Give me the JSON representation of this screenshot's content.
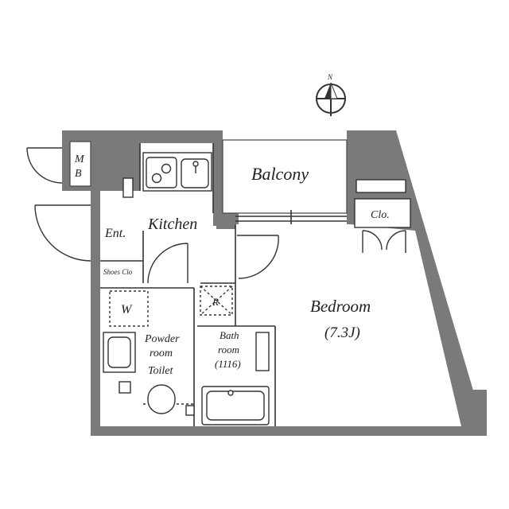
{
  "compass": {
    "north_label": "N"
  },
  "rooms": {
    "balcony": "Balcony",
    "kitchen": "Kitchen",
    "entrance": "Ent.",
    "shoes_closet": "Shoes Clo",
    "meter_box_line1": "M",
    "meter_box_line2": "B",
    "closet": "Clo.",
    "bedroom": "Bedroom",
    "bedroom_size": "(7.3J)",
    "washer": "W",
    "refrigerator": "R",
    "powder_line1": "Powder",
    "powder_line2": "room",
    "powder_line3": "Toilet",
    "bath_line1": "Bath",
    "bath_line2": "room",
    "bath_line3": "(1116)"
  },
  "colors": {
    "wall": "#7a7a7a",
    "line": "#333333",
    "background": "#ffffff"
  }
}
